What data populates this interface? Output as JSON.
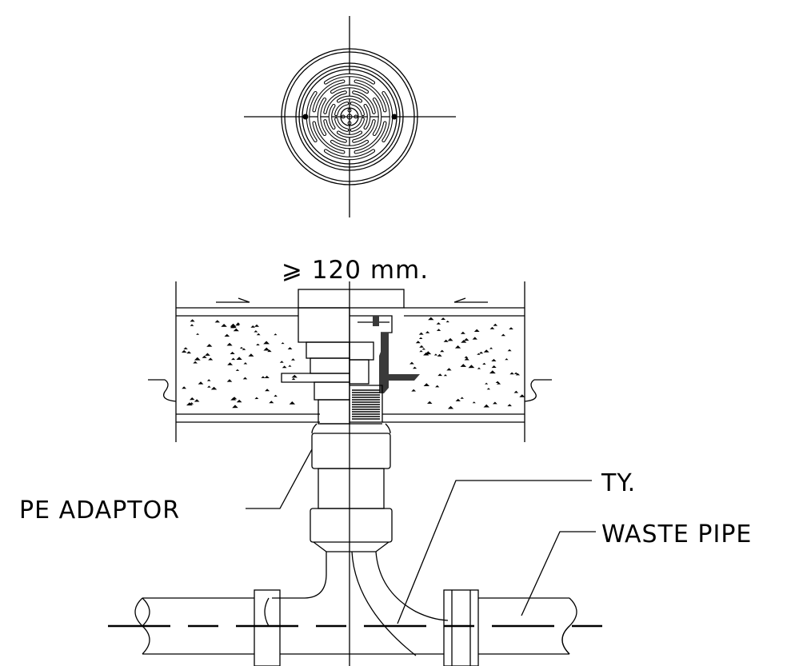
{
  "labels": {
    "dimension": "⩾ 120  mm.",
    "pe_adaptor": "PE   ADAPTOR",
    "ty": "TY.",
    "waste_pipe": "WASTE   PIPE"
  },
  "colors": {
    "ink": "#000000",
    "background": "#ffffff",
    "hatch": "#3a3a3a"
  }
}
